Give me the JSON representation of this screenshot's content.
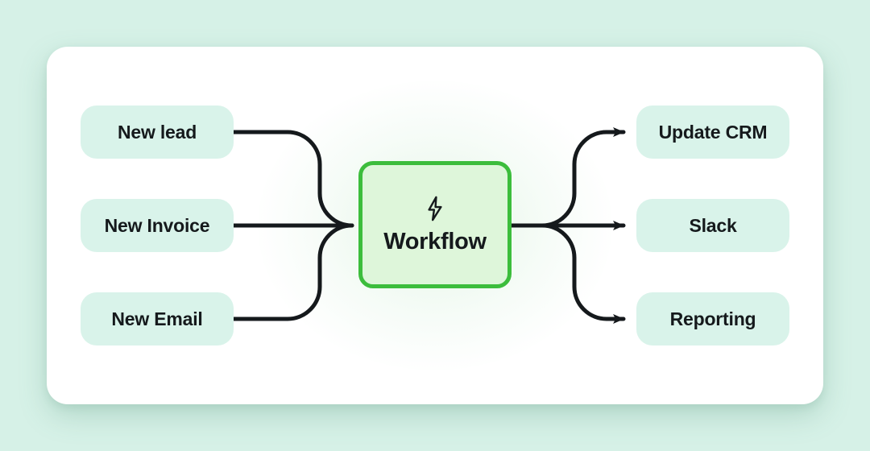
{
  "theme": {
    "page_bg": "#d6f1e7",
    "card_bg": "#ffffff",
    "node_bg": "#d9f3ea",
    "hub_bg": "#def6da",
    "hub_border": "#3cbd3c",
    "line_color": "#15191c",
    "text_color": "#15191c"
  },
  "diagram": {
    "inputs": [
      {
        "label": "New lead"
      },
      {
        "label": "New Invoice"
      },
      {
        "label": "New Email"
      }
    ],
    "hub": {
      "label": "Workflow",
      "icon": "lightning-bolt-icon"
    },
    "outputs": [
      {
        "label": "Update CRM"
      },
      {
        "label": "Slack"
      },
      {
        "label": "Reporting"
      }
    ]
  }
}
